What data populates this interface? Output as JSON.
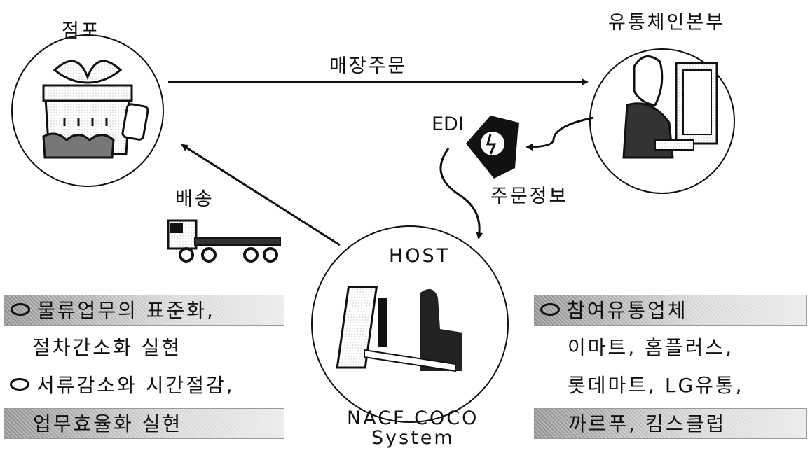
{
  "nodes": {
    "store": {
      "title": "점포"
    },
    "hq": {
      "title": "유통체인본부"
    },
    "host": {
      "title": "HOST",
      "caption_line1": "NACF COCO",
      "caption_line2": "System"
    }
  },
  "edges": {
    "order": {
      "label": "매장주문"
    },
    "edi": {
      "label": "EDI"
    },
    "order_info": {
      "label": "주문정보"
    },
    "delivery": {
      "label": "배송"
    }
  },
  "left_box": {
    "lines": [
      "물류업무의 표준화,",
      "절차간소화 실현",
      "서류감소와 시간절감,",
      "업무효율화 실현"
    ]
  },
  "right_box": {
    "lines": [
      "참여유통업체",
      "이마트, 홈플러스,",
      "롯데마트, LG유통,",
      "까르푸, 킴스클럽"
    ]
  },
  "colors": {
    "line": "#111111",
    "shade_dark": "#8c8c8c",
    "shade_light": "#e9e9e9"
  }
}
